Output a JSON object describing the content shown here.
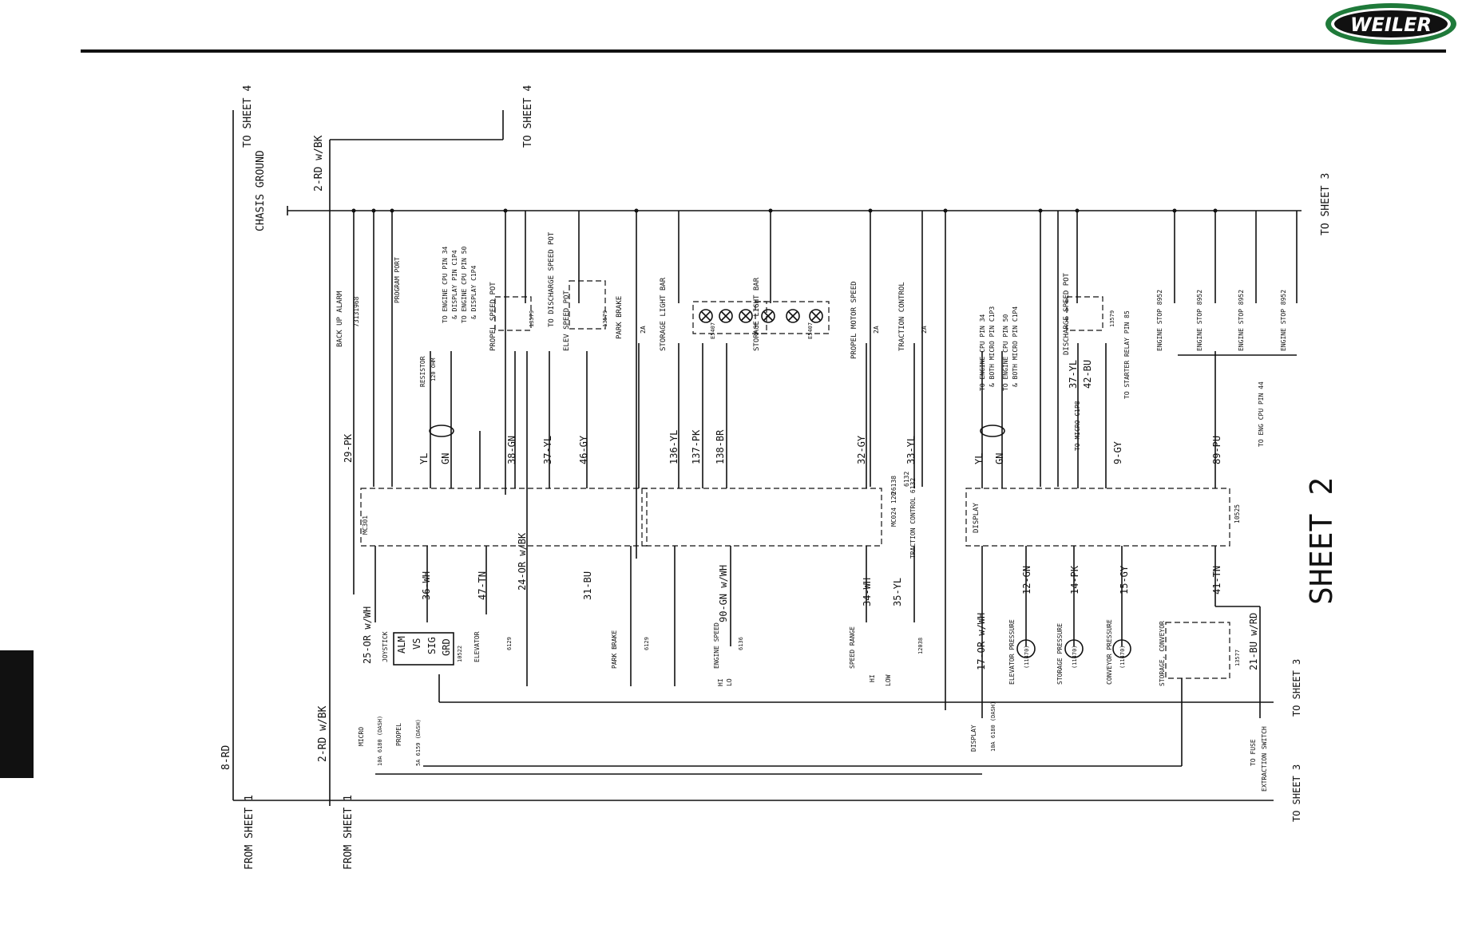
{
  "brand": {
    "logo_text": "WEILER",
    "logo_color": "#1f7a3a"
  },
  "sheet_title": "SHEET 2",
  "labels": [
    {
      "id": "from-sheet-1-a",
      "text": "FROM SHEET 1"
    },
    {
      "id": "from-sheet-1-b",
      "text": "FROM SHEET 1"
    },
    {
      "id": "to-sheet-4-a",
      "text": "TO SHEET 4"
    },
    {
      "id": "to-sheet-4-b",
      "text": "TO SHEET 4"
    },
    {
      "id": "chasis-ground",
      "text": "CHASIS GROUND"
    },
    {
      "id": "w-2rd-top",
      "text": "2-RD w/BK"
    },
    {
      "id": "to-sheet-3-top",
      "text": "TO SHEET 3"
    },
    {
      "id": "w-8rd",
      "text": "8-RD"
    },
    {
      "id": "w-2rd-bot",
      "text": "2-RD w/BK"
    },
    {
      "id": "back-up-alarm",
      "text": "BACK UP ALARM"
    },
    {
      "id": "alarm-part",
      "text": "73131968"
    },
    {
      "id": "program-port",
      "text": "PROGRAM PORT"
    },
    {
      "id": "resistor",
      "text": "RESISTOR"
    },
    {
      "id": "resistor-val",
      "text": "120 OHM"
    },
    {
      "id": "to-engine-cpu-a",
      "text": "TO ENGINE CPU PIN 34"
    },
    {
      "id": "to-display-a",
      "text": "& DISPLAY PIN C1P4"
    },
    {
      "id": "to-engine-cpu-b",
      "text": "TO ENGINE CPU PIN 50"
    },
    {
      "id": "to-display-b",
      "text": "& DISPLAY C1P4"
    },
    {
      "id": "propel-speed-pot",
      "text": "PROPEL SPEED POT"
    },
    {
      "id": "part-13579-a",
      "text": "13579"
    },
    {
      "id": "to-discharge-pot",
      "text": "TO DISCHARGE SPEED POT"
    },
    {
      "id": "elev-speed-pot",
      "text": "ELEV SPEED POT"
    },
    {
      "id": "part-13579-b",
      "text": "13579"
    },
    {
      "id": "park-brake-top",
      "text": "PARK BRAKE"
    },
    {
      "id": "fuse-2a-a",
      "text": "2A"
    },
    {
      "id": "storage-light-bar-a",
      "text": "STORAGE LIGHT BAR"
    },
    {
      "id": "part-e5407-a",
      "text": "E5407"
    },
    {
      "id": "storage-light-bar-b",
      "text": "STORAGE LIGHT BAR"
    },
    {
      "id": "part-e5407-b",
      "text": "E5407"
    },
    {
      "id": "propel-motor-speed",
      "text": "PROPEL MOTOR SPEED"
    },
    {
      "id": "fuse-2a-b",
      "text": "2A"
    },
    {
      "id": "traction-control",
      "text": "TRACTION CONTROL"
    },
    {
      "id": "fuse-2a-c",
      "text": "2A"
    },
    {
      "id": "to-engine-cpu-c",
      "text": "TO ENGINE CPU PIN 34"
    },
    {
      "id": "both-micro-c",
      "text": "& BOTH MICRO PIN C1P3"
    },
    {
      "id": "to-engine-cpu-d",
      "text": "TO ENGINE CPU PIN 50"
    },
    {
      "id": "both-micro-d",
      "text": "& BOTH MICRO PIN C1P4"
    },
    {
      "id": "discharge-speed-pot",
      "text": "DISCHARGE SPEED POT"
    },
    {
      "id": "part-13579-c",
      "text": "13579"
    },
    {
      "id": "to-starter-relay",
      "text": "TO STARTER RELAY PIN 85"
    },
    {
      "id": "to-micro-c1p8",
      "text": "TO MICRO C1P8"
    },
    {
      "id": "engine-stop-1",
      "text": "ENGINE STOP 8952"
    },
    {
      "id": "engine-stop-2",
      "text": "ENGINE STOP 8952"
    },
    {
      "id": "engine-stop-3",
      "text": "ENGINE STOP 8952"
    },
    {
      "id": "engine-stop-4",
      "text": "ENGINE STOP 8952"
    },
    {
      "id": "to-eng-cpu-44",
      "text": "TO ENG CPU PIN 44"
    },
    {
      "id": "w-29pk",
      "text": "29-PK"
    },
    {
      "id": "w-yl-a",
      "text": "YL"
    },
    {
      "id": "w-gn-a",
      "text": "GN"
    },
    {
      "id": "w-38gn",
      "text": "38-GN"
    },
    {
      "id": "w-37yl-a",
      "text": "37-YL"
    },
    {
      "id": "w-46gy",
      "text": "46-GY"
    },
    {
      "id": "w-136yl",
      "text": "136-YL"
    },
    {
      "id": "w-137pk",
      "text": "137-PK"
    },
    {
      "id": "w-138br",
      "text": "138-BR"
    },
    {
      "id": "w-32gy",
      "text": "32-GY"
    },
    {
      "id": "w-33yl",
      "text": "33-YL"
    },
    {
      "id": "part-6132",
      "text": "6132"
    },
    {
      "id": "w-yl-b",
      "text": "YL"
    },
    {
      "id": "w-gn-b",
      "text": "GN"
    },
    {
      "id": "w-37yl-b",
      "text": "37-YL"
    },
    {
      "id": "w-42bu",
      "text": "42-BU"
    },
    {
      "id": "w-9gy",
      "text": "9-GY"
    },
    {
      "id": "w-89pu",
      "text": "89-PU"
    },
    {
      "id": "module-mc301",
      "text": "MC301"
    },
    {
      "id": "module-mc024",
      "text": "MC024 120"
    },
    {
      "id": "part-26138",
      "text": "26138"
    },
    {
      "id": "traction-6132",
      "text": "TRACTION CONTROL 6132"
    },
    {
      "id": "display",
      "text": "DISPLAY"
    },
    {
      "id": "part-10525",
      "text": "10525"
    },
    {
      "id": "w-25or",
      "text": "25-OR w/WH"
    },
    {
      "id": "w-36wh",
      "text": "36-WH"
    },
    {
      "id": "w-47tn",
      "text": "47-TN"
    },
    {
      "id": "w-24or",
      "text": "24-OR w/BK"
    },
    {
      "id": "w-31bu",
      "text": "31-BU"
    },
    {
      "id": "w-90gn",
      "text": "90-GN w/WH"
    },
    {
      "id": "w-34wh",
      "text": "34-WH"
    },
    {
      "id": "w-35yl",
      "text": "35-YL"
    },
    {
      "id": "w-17or",
      "text": "17-OR w/WH"
    },
    {
      "id": "w-12gn",
      "text": "12-GN"
    },
    {
      "id": "w-14pk",
      "text": "14-PK"
    },
    {
      "id": "w-15gy",
      "text": "15-GY"
    },
    {
      "id": "w-41tn",
      "text": "41-TN"
    },
    {
      "id": "w-21bu",
      "text": "21-BU w/RD"
    },
    {
      "id": "joystick",
      "text": "JOYSTICK"
    },
    {
      "id": "joy-alm",
      "text": "ALM"
    },
    {
      "id": "joy-vs",
      "text": "VS"
    },
    {
      "id": "joy-sig",
      "text": "SIG"
    },
    {
      "id": "joy-grd",
      "text": "GRD"
    },
    {
      "id": "part-10522",
      "text": "10522"
    },
    {
      "id": "elevator",
      "text": "ELEVATOR"
    },
    {
      "id": "part-6129-a",
      "text": "6129"
    },
    {
      "id": "park-brake-bot",
      "text": "PARK BRAKE"
    },
    {
      "id": "part-6129-b",
      "text": "6129"
    },
    {
      "id": "engine-speed",
      "text": "ENGINE SPEED"
    },
    {
      "id": "part-6136",
      "text": "6136"
    },
    {
      "id": "es-hi",
      "text": "HI"
    },
    {
      "id": "es-lo",
      "text": "LO"
    },
    {
      "id": "speed-range",
      "text": "SPEED RANGE"
    },
    {
      "id": "sr-hi",
      "text": "HI"
    },
    {
      "id": "sr-low",
      "text": "LOW"
    },
    {
      "id": "part-12038",
      "text": "12038"
    },
    {
      "id": "elevator-pressure",
      "text": "ELEVATOR PRESSURE"
    },
    {
      "id": "storage-pressure",
      "text": "STORAGE PRESSURE"
    },
    {
      "id": "conveyor-pressure",
      "text": "CONVEYOR PRESSURE"
    },
    {
      "id": "part-11470-a",
      "text": "(11470)"
    },
    {
      "id": "part-11470-b",
      "text": "(11470)"
    },
    {
      "id": "part-11470-c",
      "text": "(11470)"
    },
    {
      "id": "storage-conveyor",
      "text": "STORAGE, CONVEYOR"
    },
    {
      "id": "part-13577",
      "text": "13577"
    },
    {
      "id": "micro",
      "text": "MICRO"
    },
    {
      "id": "micro-fuse",
      "text": "10A 6180 (DASH)"
    },
    {
      "id": "propel",
      "text": "PROPEL"
    },
    {
      "id": "propel-fuse",
      "text": "5A 6159 (DASH)"
    },
    {
      "id": "display-fuse-lbl",
      "text": "DISPLAY"
    },
    {
      "id": "display-fuse",
      "text": "10A 6180 (DASH)"
    },
    {
      "id": "to-sheet-3-a",
      "text": "TO SHEET 3"
    },
    {
      "id": "to-sheet-3-b",
      "text": "TO SHEET 3"
    },
    {
      "id": "to-fuse",
      "text": "TO FUSE"
    },
    {
      "id": "extraction-switch",
      "text": "EXTRACTION SWITCH"
    }
  ]
}
